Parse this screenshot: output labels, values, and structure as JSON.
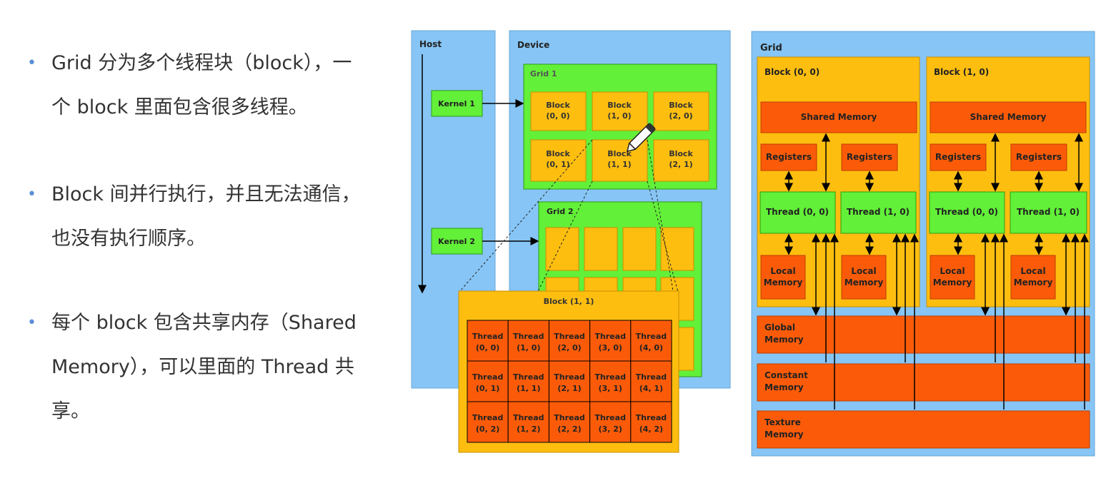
{
  "bullets": [
    "Grid 分为多个线程块（block），一个 block 里面包含很多线程。",
    "Block 间并行执行，并且无法通信，也没有执行顺序。",
    "每个 block 包含共享内存（Shared Memory），可以里面的 Thread 共享。"
  ],
  "left_diagram": {
    "host_label": "Host",
    "device_label": "Device",
    "kernel1": "Kernel 1",
    "kernel2": "Kernel 2",
    "grid1": "Grid 1",
    "grid2": "Grid 2",
    "blocks": [
      [
        "Block",
        "(0, 0)"
      ],
      [
        "Block",
        "(1, 0)"
      ],
      [
        "Block",
        "(2, 0)"
      ],
      [
        "Block",
        "(0, 1)"
      ],
      [
        "Block",
        "(1, 1)"
      ],
      [
        "Block",
        "(2, 1)"
      ]
    ],
    "zoom_block_label": "Block (1, 1)",
    "thread_word": "Thread",
    "thread_coords": [
      [
        "(0, 0)",
        "(1, 0)",
        "(2, 0)",
        "(3, 0)",
        "(4, 0)"
      ],
      [
        "(0, 1)",
        "(1, 1)",
        "(2, 1)",
        "(3, 1)",
        "(4, 1)"
      ],
      [
        "(0, 2)",
        "(1, 2)",
        "(2, 2)",
        "(3, 2)",
        "(4, 2)"
      ]
    ]
  },
  "right_diagram": {
    "grid_label": "Grid",
    "block_left": "Block (0, 0)",
    "block_right": "Block (1, 0)",
    "shared_memory": "Shared Memory",
    "registers": "Registers",
    "thread_00": "Thread (0, 0)",
    "thread_10": "Thread (1, 0)",
    "local_1": "Local",
    "local_2": "Memory",
    "global_1": "Global",
    "global_2": "Memory",
    "constant_1": "Constant",
    "constant_2": "Memory",
    "texture_1": "Texture",
    "texture_2": "Memory"
  },
  "colors": {
    "host_blue": "#86c5f5",
    "green": "#62f038",
    "orange": "#fdbe10",
    "red_orange": "#fb5b08",
    "text": "#333333",
    "bullet_dot": "#5b8fd6"
  }
}
